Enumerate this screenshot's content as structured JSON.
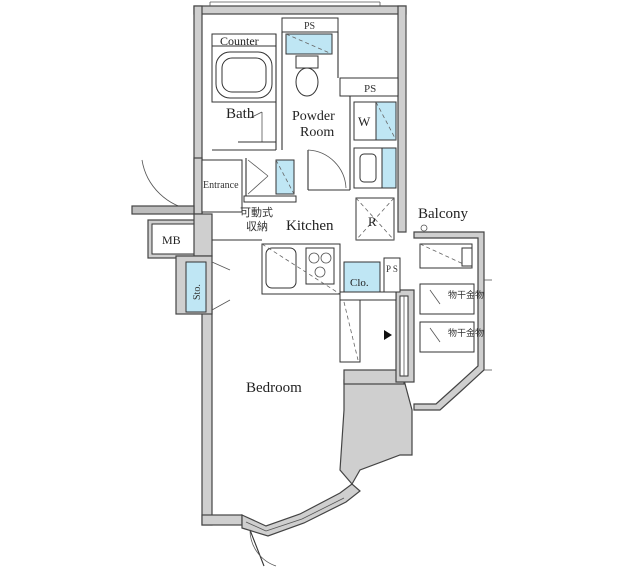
{
  "rooms": {
    "counter": "Counter",
    "ps_top": "PS",
    "ps_powder": "PS",
    "bath": "Bath",
    "powder_line1": "Powder",
    "powder_line2": "Room",
    "washer": "W",
    "entrance": "Entrance",
    "storage_jp_line1": "可動式",
    "storage_jp_line2": "収納",
    "kitchen": "Kitchen",
    "refrigerator": "R",
    "mb": "MB",
    "sto": "Sto.",
    "ps_kitchen": "P S",
    "closet": "Clo.",
    "balcony": "Balcony",
    "bedroom": "Bedroom"
  },
  "colors": {
    "wall": "#cfcfcf",
    "fixture_blue": "#bfe6f4"
  }
}
